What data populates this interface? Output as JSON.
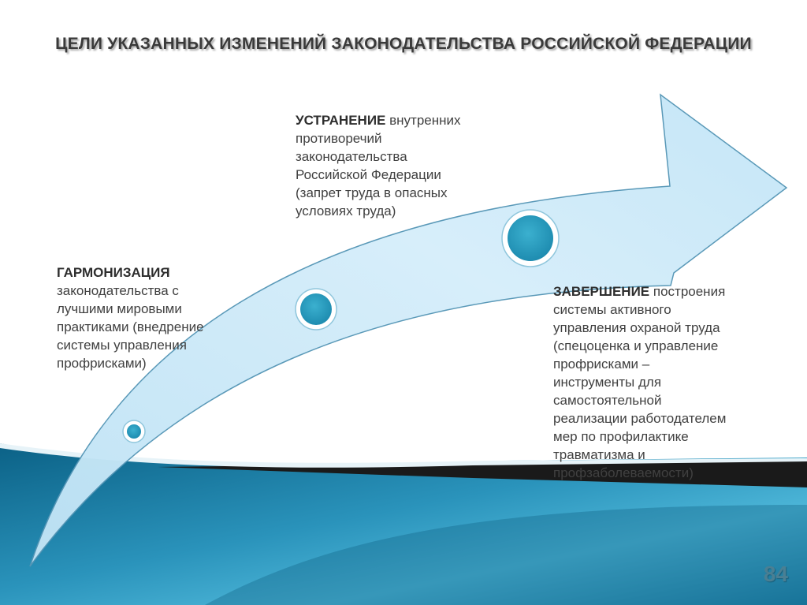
{
  "slide": {
    "title": "ЦЕЛИ УКАЗАННЫХ ИЗМЕНЕНИЙ ЗАКОНОДАТЕЛЬСТВА РОССИЙСКОЙ ФЕДЕРАЦИИ",
    "page_number": "84"
  },
  "stages": [
    {
      "head": "ГАРМОНИЗАЦИЯ",
      "lines": [
        "законодательства с",
        "лучшими мировыми",
        "практиками (внедрение",
        "системы управления",
        "профрисками)"
      ]
    },
    {
      "head": "УСТРАНЕНИЕ",
      "lines": [
        "внутренних",
        "противоречий",
        "законодательства",
        "Российской Федерации",
        "(запрет труда в опасных",
        "условиях труда)"
      ]
    },
    {
      "head": "ЗАВЕРШЕНИЕ",
      "lines": [
        "построения",
        "системы активного",
        "управления охраной труда",
        "(спецоценка и управление",
        "профрисками –",
        "инструменты для",
        "самостоятельной",
        "реализации работодателем",
        "мер по профилактике",
        "травматизма и",
        "профзаболеваемости)"
      ]
    }
  ],
  "colors": {
    "arrow_fill": "#cdeaf8",
    "arrow_stroke": "#4f8fb0",
    "marker_fill": "#2f9fbf",
    "band_dark": "#0d6a8e",
    "band_light": "#3aaed1"
  }
}
